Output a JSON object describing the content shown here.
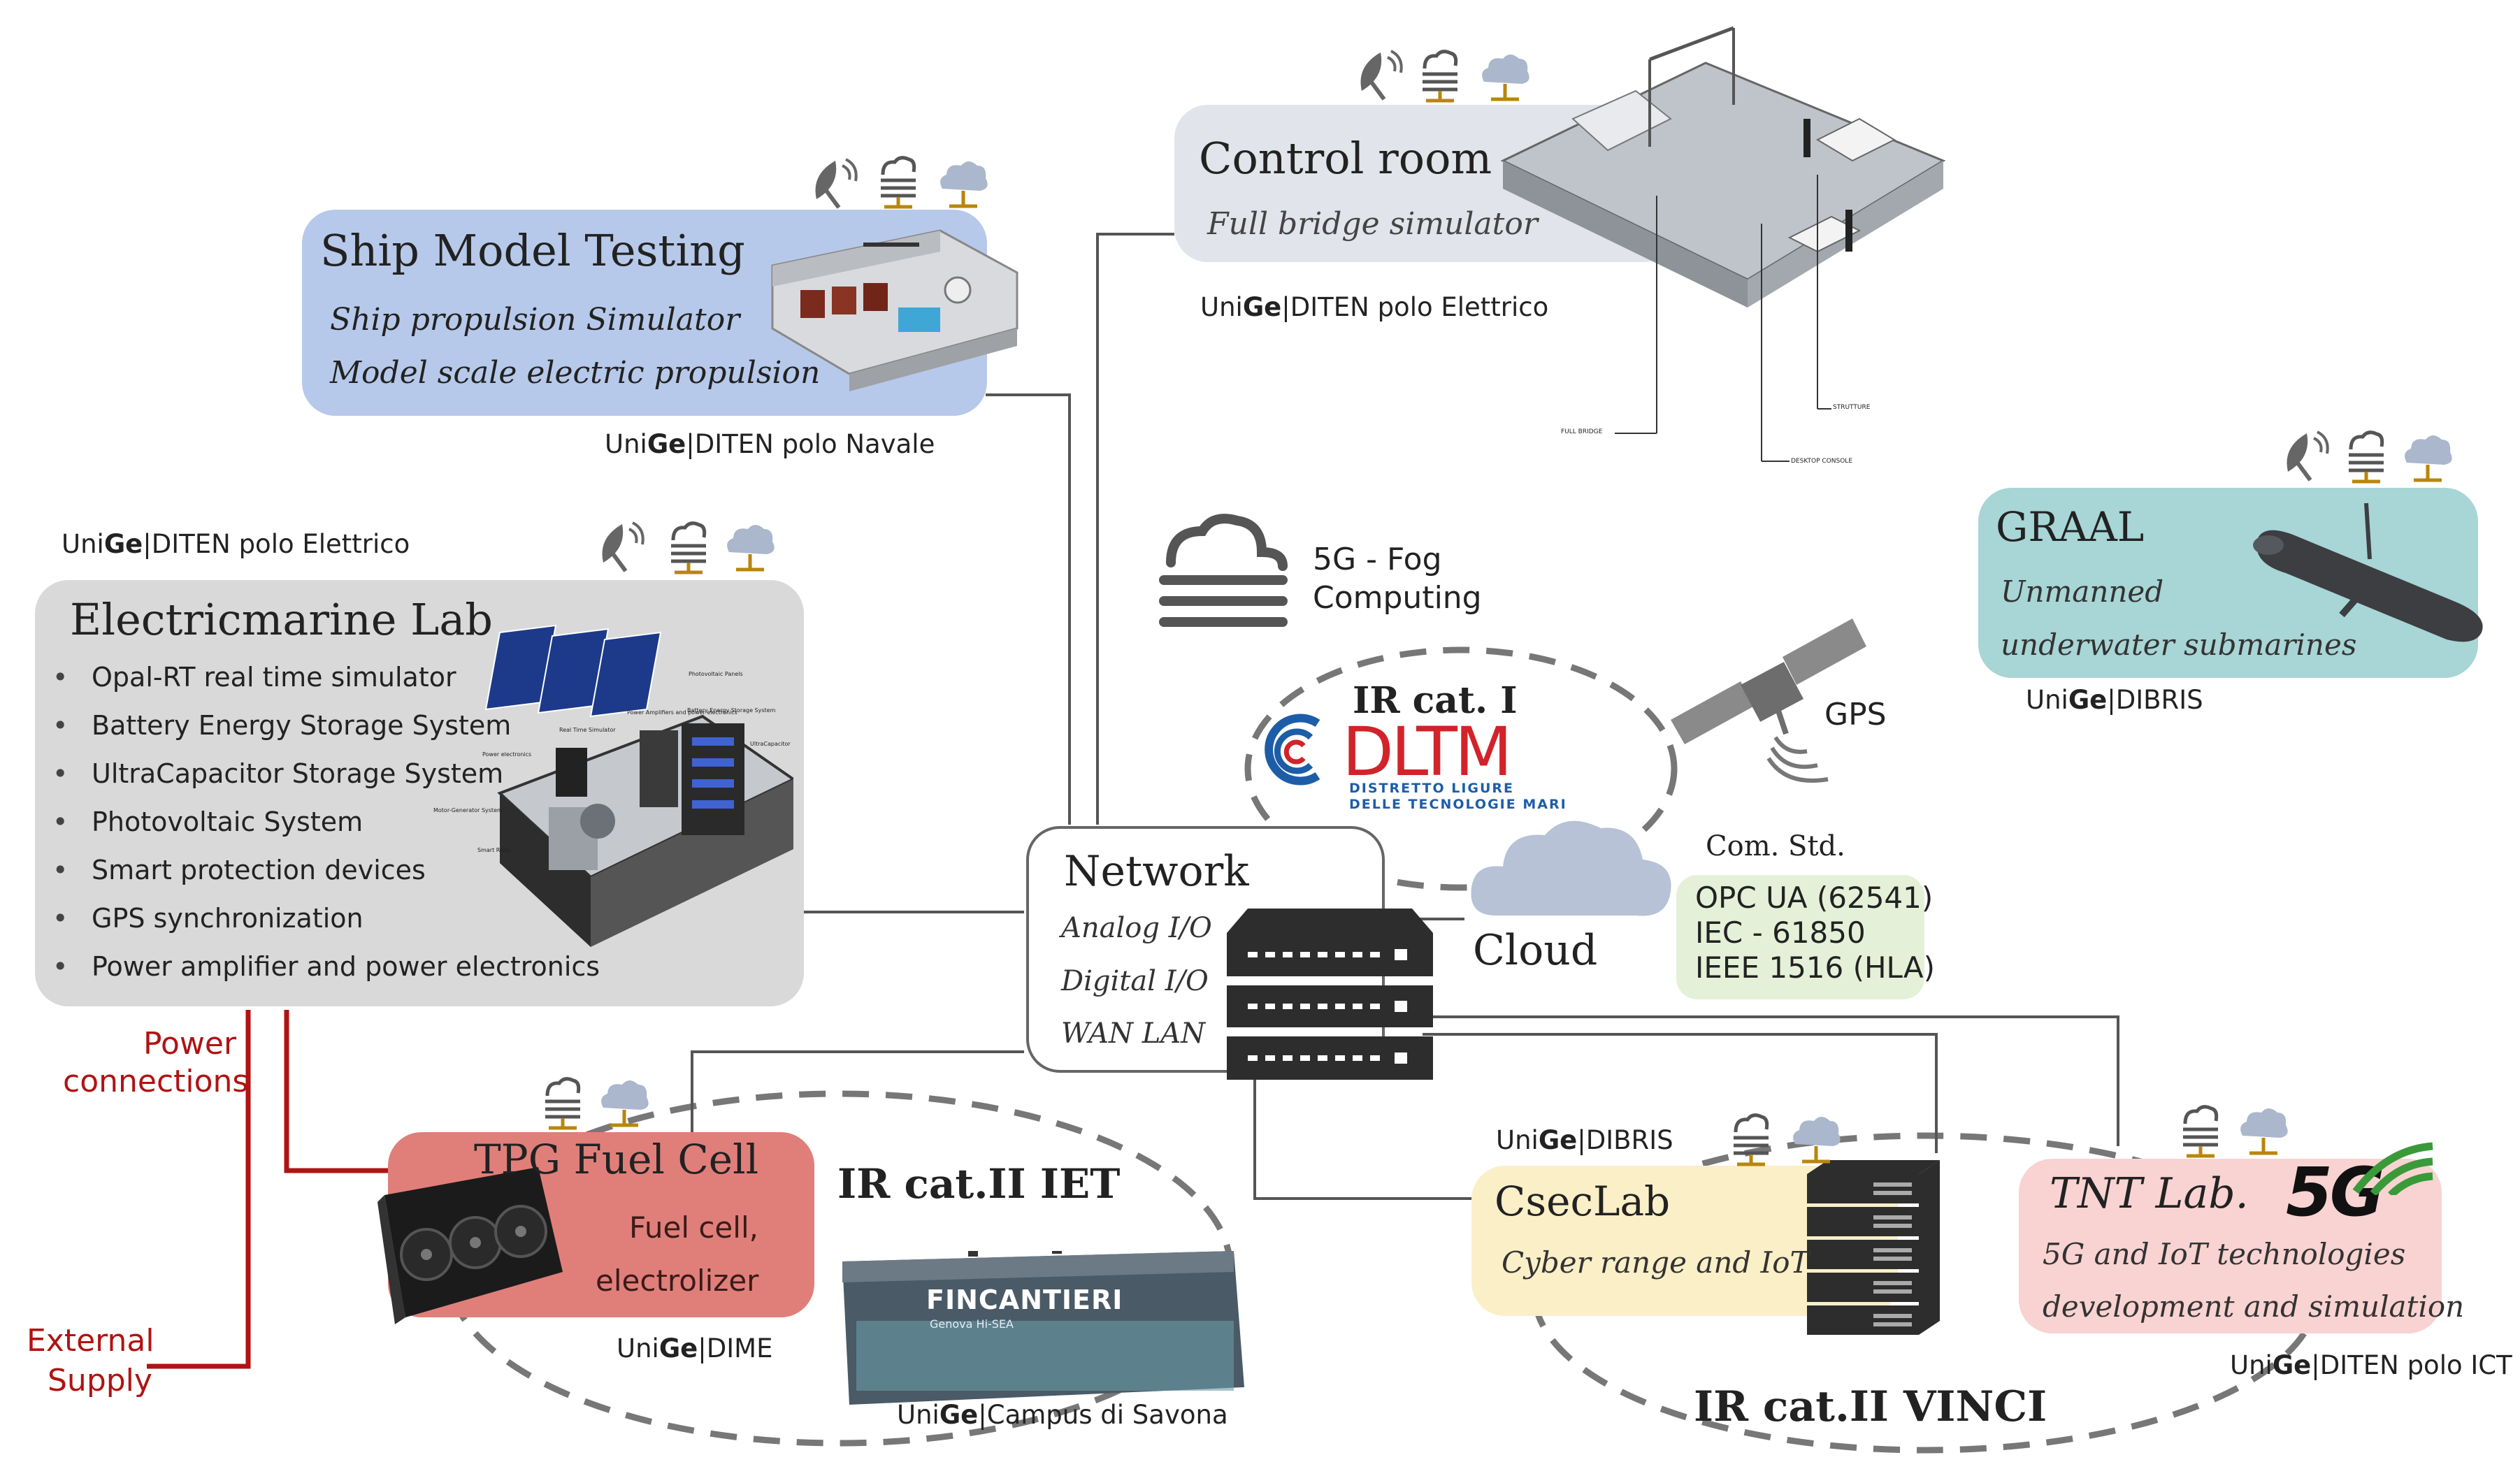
{
  "colors": {
    "ship_box": "#b7c9ea",
    "control_box": "#e1e4ea",
    "electric_box": "#d9d9d9",
    "graal_box": "#a8d5d5",
    "tpg_box": "#e07f7a",
    "csec_box": "#fbefc8",
    "tnt_box": "#f8d3d1",
    "std_box": "#e4f1d8",
    "dltm_blue": "#1d5da8",
    "dltm_red": "#d2232a",
    "power_line": "#b01313",
    "network_line": "#555555"
  },
  "ship": {
    "title": "Ship Model Testing",
    "line1": "Ship propulsion Simulator",
    "line2": "Model scale electric propulsion",
    "affiliation_plain1": "Uni",
    "affiliation_bold": "Ge",
    "affiliation_plain2": "|DITEN polo Navale",
    "icons": [
      "satellite-dish-icon",
      "fog-icon",
      "cloud-icon"
    ]
  },
  "control": {
    "title": "Control room",
    "subtitle": "Full bridge simulator",
    "affiliation_plain1": "Uni",
    "affiliation_bold": "Ge",
    "affiliation_plain2": "|DITEN polo Elettrico",
    "diagram_labels": [
      "STRUTTURE",
      "FULL BRIDGE",
      "DESKTOP CONSOLE"
    ]
  },
  "electric": {
    "affiliation_plain1": "Uni",
    "affiliation_bold": "Ge",
    "affiliation_plain2": "|DITEN polo Elettrico",
    "title": "Electricmarine Lab",
    "items": [
      "Opal-RT real time simulator",
      "Battery Energy Storage System",
      "UltraCapacitor Storage System",
      "Photovoltaic System",
      "Smart protection devices",
      "GPS synchronization",
      "Power amplifier and power electronics"
    ],
    "diagram_labels": [
      "Photovoltaic Panels",
      "Real Time Simulator",
      "Power Amplifiers and power electronics",
      "Battery Energy Storage System",
      "UltraCapacitor",
      "Power electronics",
      "Motor-Generator System",
      "Smart Relay"
    ]
  },
  "fog": {
    "line1": "5G - Fog",
    "line2": "Computing"
  },
  "ir1": {
    "title": "IR cat. I",
    "logo_text": "DLTM",
    "logo_sub1": "DISTRETTO LIGURE",
    "logo_sub2": "DELLE TECNOLOGIE MARI"
  },
  "gps": {
    "label": "GPS"
  },
  "cloud": {
    "label": "Cloud"
  },
  "standards": {
    "title": "Com. Std.",
    "items": [
      "OPC UA (62541)",
      "IEC - 61850",
      "IEEE 1516 (HLA)"
    ]
  },
  "graal": {
    "title": "GRAAL",
    "line1": "Unmanned",
    "line2": "underwater submarines",
    "affiliation_plain1": "Uni",
    "affiliation_bold": "Ge",
    "affiliation_plain2": "|DIBRIS"
  },
  "network": {
    "title": "Network",
    "items": [
      "Analog I/O",
      "Digital I/O",
      "WAN LAN"
    ]
  },
  "power": {
    "connections_line1": "Power",
    "connections_line2": "connections",
    "external_line1": "External",
    "external_line2": "Supply"
  },
  "tpg": {
    "title": "TPG Fuel Cell",
    "line1": "Fuel cell,",
    "line2": "electrolizer",
    "affiliation_plain1": "Uni",
    "affiliation_bold": "Ge",
    "affiliation_plain2": "|DIME"
  },
  "iet": {
    "title": "IR cat.II IET",
    "container_brand": "FINCANTIERI",
    "container_sub": "Genova Hi-SEA",
    "affiliation_plain1": "Uni",
    "affiliation_bold": "Ge",
    "affiliation_plain2": "|Campus di Savona"
  },
  "csec": {
    "affiliation_plain1": "Uni",
    "affiliation_bold": "Ge",
    "affiliation_plain2": "|DIBRIS",
    "title": "CsecLab",
    "subtitle": "Cyber range  and IoT"
  },
  "tnt": {
    "title": "TNT Lab.",
    "logo": "5G",
    "line1": "5G and IoT technologies",
    "line2": "development and simulation",
    "affiliation_plain1": "Uni",
    "affiliation_bold": "Ge",
    "affiliation_plain2": "|DITEN polo ICT"
  },
  "vinci": {
    "title": "IR cat.II VINCI"
  }
}
